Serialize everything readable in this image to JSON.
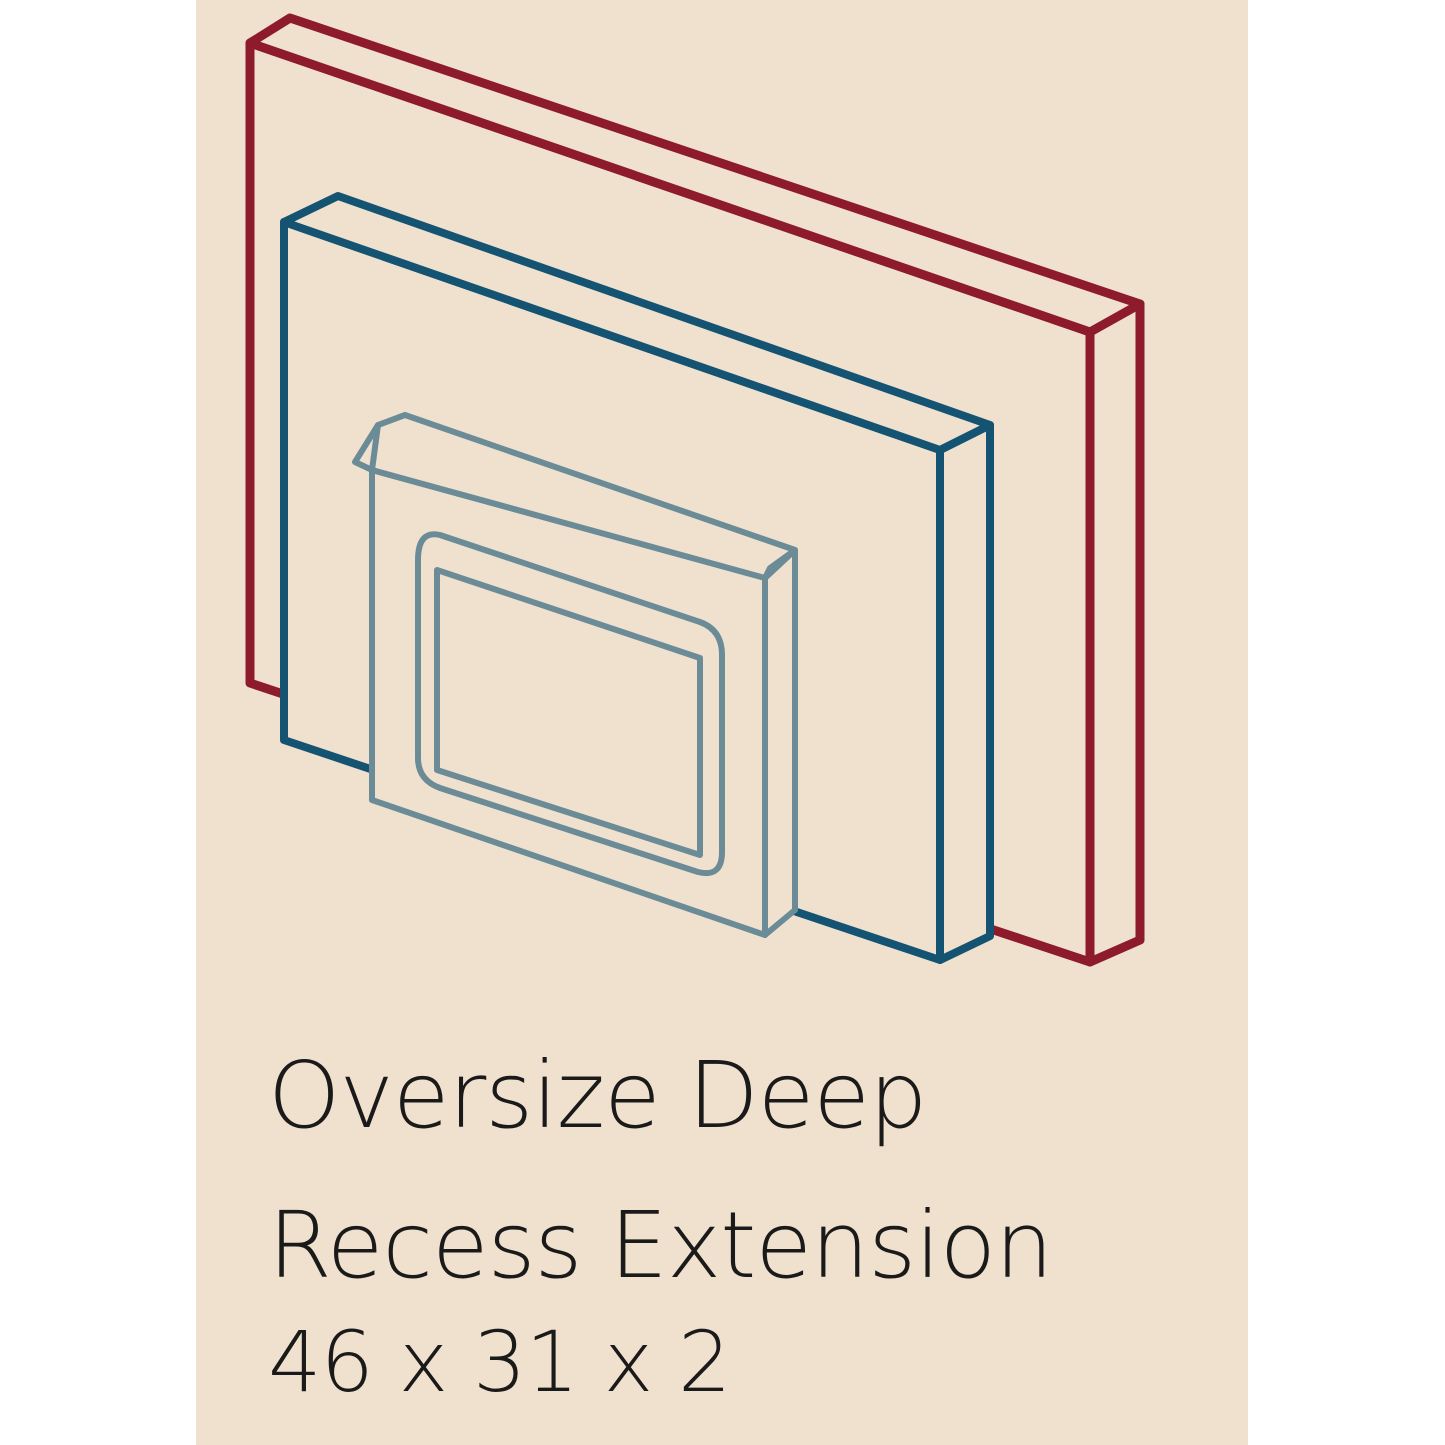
{
  "caption": {
    "title_line_1": "Oversize Deep",
    "title_line_2": "Recess Extension",
    "dimensions": "46 x 31 x 2"
  },
  "colors": {
    "background": "#f0e1cf",
    "outer_panel_stroke": "#8e1b2c",
    "middle_panel_stroke": "#155372",
    "inner_insert_stroke": "#6b8c97",
    "caption_text": "#1a1a1a"
  }
}
